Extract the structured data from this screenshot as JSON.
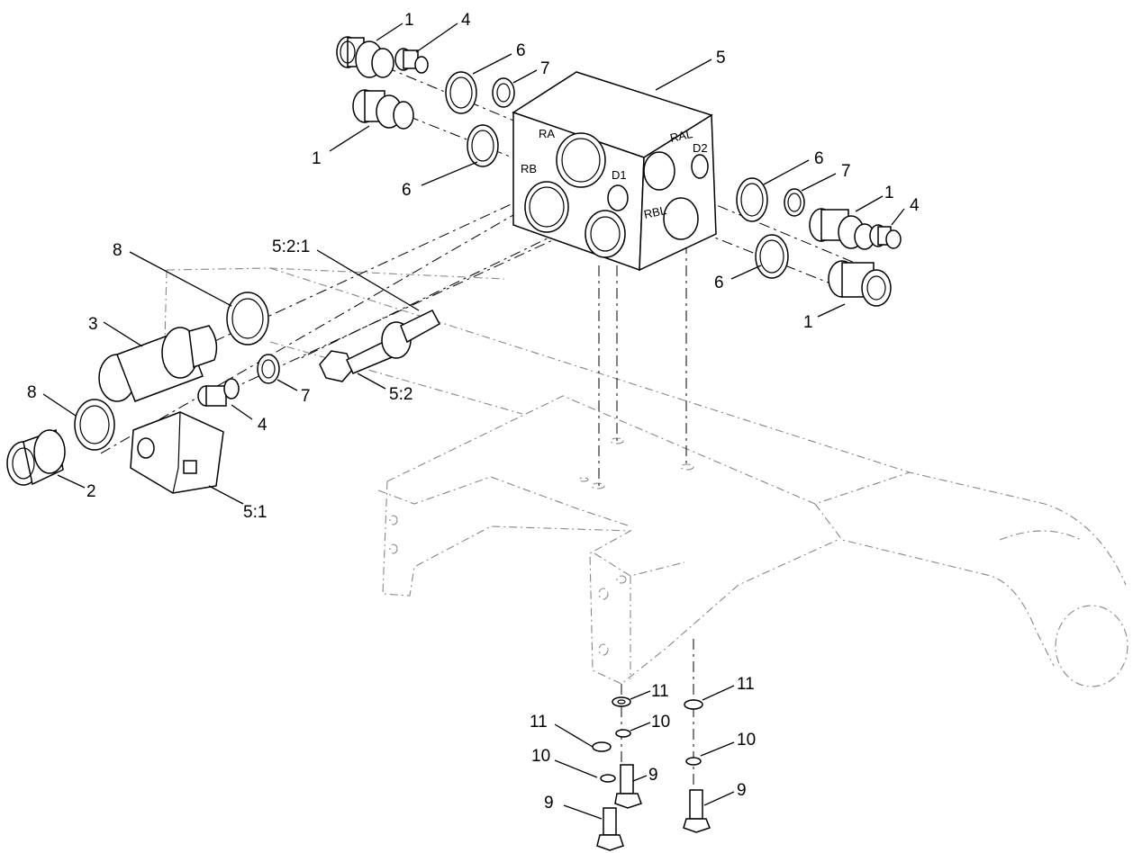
{
  "callouts": {
    "c1a": "1",
    "c1b": "1",
    "c1c": "1",
    "c1d": "1",
    "c2": "2",
    "c3": "3",
    "c4a": "4",
    "c4b": "4",
    "c4c": "4",
    "c5": "5",
    "c6a": "6",
    "c6b": "6",
    "c6c": "6",
    "c6d": "6",
    "c7a": "7",
    "c7b": "7",
    "c7c": "7",
    "c8a": "8",
    "c8b": "8",
    "c521": "5:2:1",
    "c52": "5:2",
    "c51": "5:1",
    "c11a": "11",
    "c11b": "11",
    "c11c": "11",
    "c10a": "10",
    "c10b": "10",
    "c10c": "10",
    "c9a": "9",
    "c9b": "9",
    "c9c": "9"
  },
  "ports": {
    "ra": "RA",
    "rb": "RB",
    "d1": "D1",
    "ral": "RAL",
    "d2": "D2",
    "rbl": "RBL"
  }
}
